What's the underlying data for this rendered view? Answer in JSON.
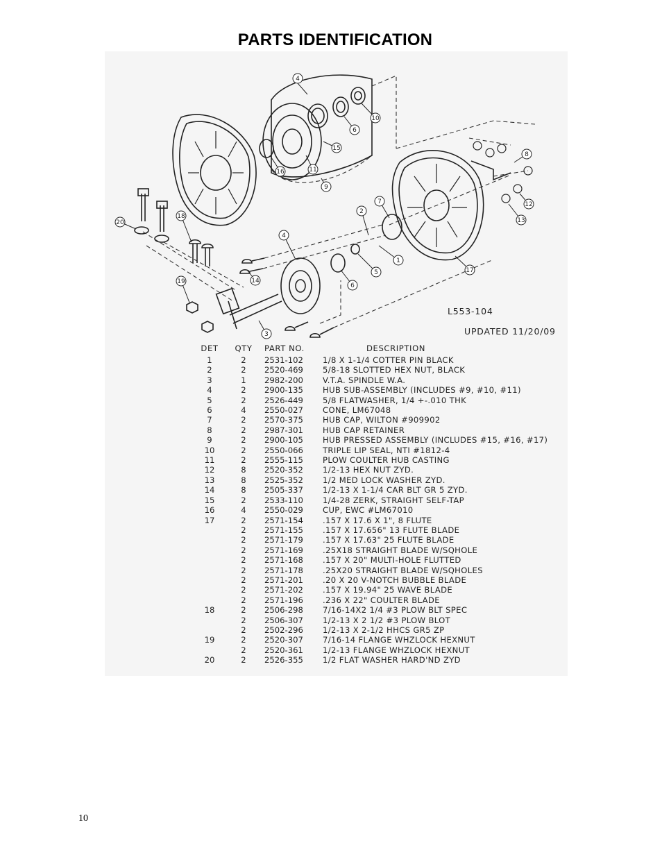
{
  "page": {
    "title": "PARTS IDENTIFICATION",
    "page_number": "10"
  },
  "drawing": {
    "number": "L553-104",
    "updated": "UPDATED 11/20/09",
    "callouts": [
      "1",
      "2",
      "3",
      "4",
      "4",
      "5",
      "6",
      "6",
      "7",
      "8",
      "9",
      "10",
      "11",
      "12",
      "13",
      "14",
      "15",
      "16",
      "17",
      "18",
      "19",
      "20"
    ]
  },
  "table": {
    "headers": {
      "det": "DET",
      "qty": "QTY",
      "part": "PART NO.",
      "desc": "DESCRIPTION"
    },
    "rows": [
      {
        "det": "1",
        "qty": "2",
        "part": "2531-102",
        "desc": "1/8 X 1-1/4 COTTER PIN  BLACK"
      },
      {
        "det": "2",
        "qty": "2",
        "part": "2520-469",
        "desc": "5/8-18 SLOTTED HEX NUT, BLACK"
      },
      {
        "det": "3",
        "qty": "1",
        "part": "2982-200",
        "desc": "V.T.A. SPINDLE W.A."
      },
      {
        "det": "4",
        "qty": "2",
        "part": "2900-135",
        "desc": "HUB SUB-ASSEMBLY (INCLUDES #9, #10, #11)"
      },
      {
        "det": "5",
        "qty": "2",
        "part": "2526-449",
        "desc": "5/8 FLATWASHER, 1/4 +-.010 THK"
      },
      {
        "det": "6",
        "qty": "4",
        "part": "2550-027",
        "desc": "CONE, LM67048"
      },
      {
        "det": "7",
        "qty": "2",
        "part": "2570-375",
        "desc": "HUB CAP, WILTON #909902"
      },
      {
        "det": "8",
        "qty": "2",
        "part": "2987-301",
        "desc": "HUB CAP RETAINER"
      },
      {
        "det": "9",
        "qty": "2",
        "part": "2900-105",
        "desc": "HUB PRESSED ASSEMBLY (INCLUDES #15, #16, #17)"
      },
      {
        "det": "10",
        "qty": "2",
        "part": "2550-066",
        "desc": "TRIPLE LIP SEAL, NTI #1812-4"
      },
      {
        "det": "11",
        "qty": "2",
        "part": "2555-115",
        "desc": "PLOW COULTER HUB CASTING"
      },
      {
        "det": "12",
        "qty": "8",
        "part": "2520-352",
        "desc": "1/2-13 HEX NUT ZYD."
      },
      {
        "det": "13",
        "qty": "8",
        "part": "2525-352",
        "desc": "1/2 MED LOCK WASHER ZYD."
      },
      {
        "det": "14",
        "qty": "8",
        "part": "2505-337",
        "desc": "1/2-13 X 1-1/4 CAR BLT GR 5 ZYD."
      },
      {
        "det": "15",
        "qty": "2",
        "part": "2533-110",
        "desc": "1/4-28 ZERK, STRAIGHT SELF-TAP"
      },
      {
        "det": "16",
        "qty": "4",
        "part": "2550-029",
        "desc": "CUP, EWC #LM67010"
      },
      {
        "det": "17",
        "qty": "2",
        "part": "2571-154",
        "desc": ".157 X 17.6 X 1\", 8 FLUTE"
      },
      {
        "det": "",
        "qty": "2",
        "part": "2571-155",
        "desc": ".157 X 17.656\" 13 FLUTE BLADE"
      },
      {
        "det": "",
        "qty": "2",
        "part": "2571-179",
        "desc": ".157 X 17.63\" 25 FLUTE BLADE"
      },
      {
        "det": "",
        "qty": "2",
        "part": "2571-169",
        "desc": ".25X18 STRAIGHT BLADE W/SQHOLE"
      },
      {
        "det": "",
        "qty": "2",
        "part": "2571-168",
        "desc": ".157 X 20\" MULTI-HOLE FLUTTED"
      },
      {
        "det": "",
        "qty": "2",
        "part": "2571-178",
        "desc": ".25X20 STRAIGHT BLADE W/SQHOLES"
      },
      {
        "det": "",
        "qty": "2",
        "part": "2571-201",
        "desc": ".20 X 20 V-NOTCH BUBBLE BLADE"
      },
      {
        "det": "",
        "qty": "2",
        "part": "2571-202",
        "desc": ".157 X 19.94\" 25 WAVE BLADE"
      },
      {
        "det": "",
        "qty": "2",
        "part": "2571-196",
        "desc": ".236 X 22\" COULTER BLADE"
      },
      {
        "det": "18",
        "qty": "2",
        "part": "2506-298",
        "desc": "7/16-14X2 1/4 #3 PLOW BLT SPEC"
      },
      {
        "det": "",
        "qty": "2",
        "part": "2506-307",
        "desc": "1/2-13 X 2 1/2 #3 PLOW BLOT"
      },
      {
        "det": "",
        "qty": "2",
        "part": "2502-296",
        "desc": "1/2-13 X 2-1/2 HHCS GR5 ZP"
      },
      {
        "det": "19",
        "qty": "2",
        "part": "2520-307",
        "desc": "7/16-14 FLANGE WHZLOCK HEXNUT"
      },
      {
        "det": "",
        "qty": "2",
        "part": "2520-361",
        "desc": "1/2-13 FLANGE WHZLOCK HEXNUT"
      },
      {
        "det": "20",
        "qty": "2",
        "part": "2526-355",
        "desc": "1/2 FLAT WASHER HARD'ND ZYD"
      }
    ]
  }
}
